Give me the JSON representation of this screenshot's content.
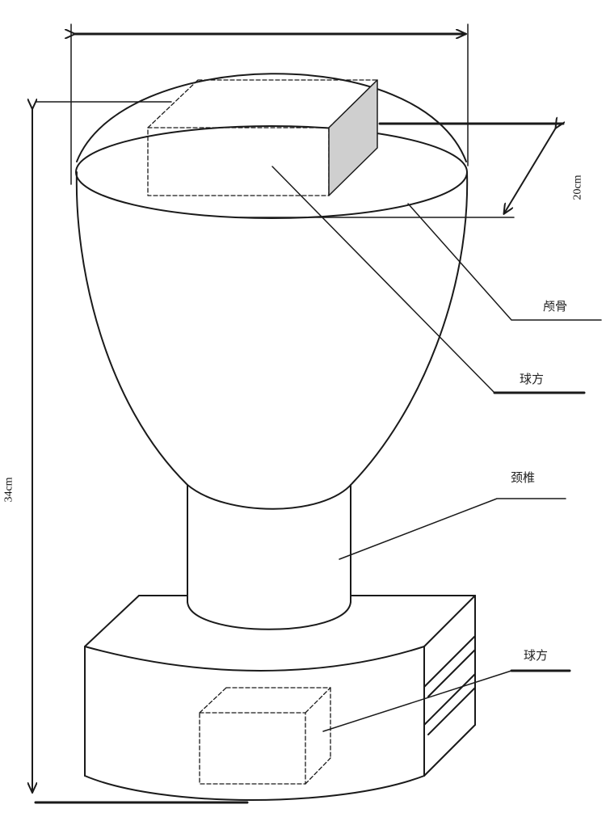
{
  "labels": {
    "skull": "颅骨",
    "ball_box_head": "球方",
    "cervical": "颈椎",
    "ball_box_base": "球方"
  },
  "dimensions": {
    "height": "34cm",
    "depth": "20cm"
  },
  "colors": {
    "stroke": "#1a1a1a",
    "shade": "#cfcfcf",
    "background": "#ffffff"
  }
}
